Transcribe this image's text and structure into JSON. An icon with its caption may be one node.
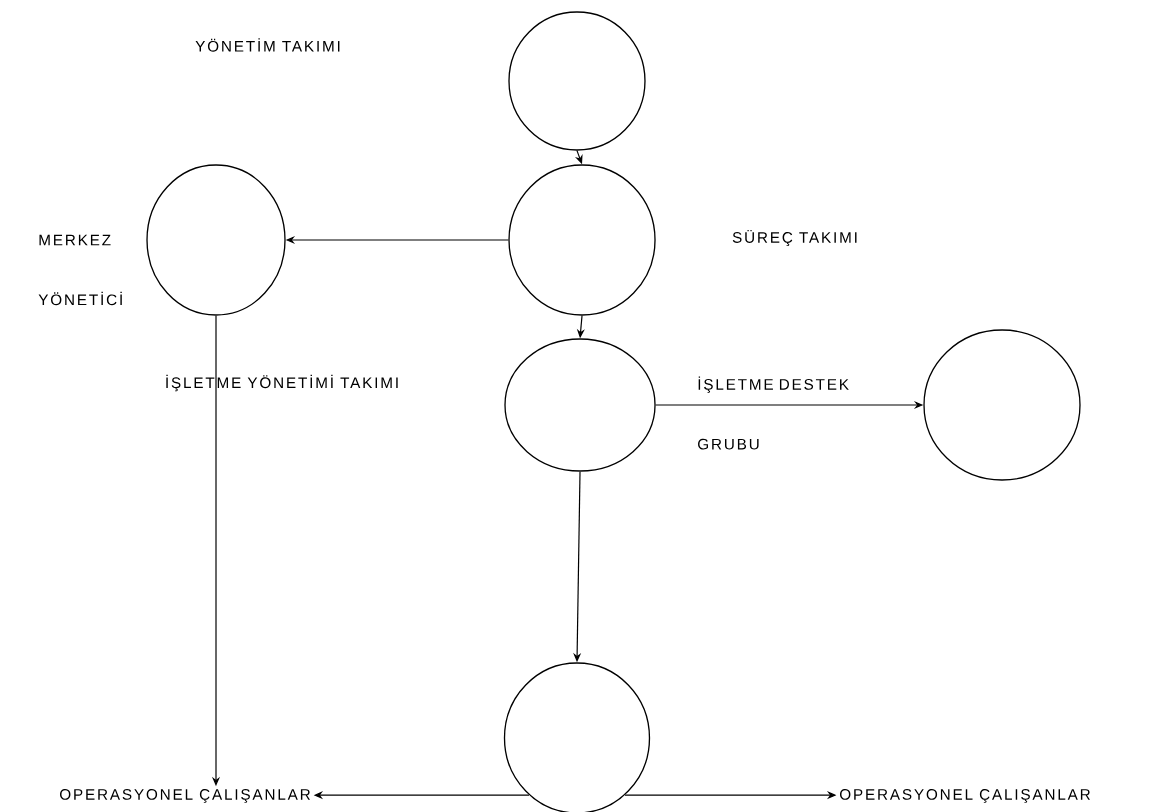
{
  "diagram": {
    "nodes": [
      {
        "text": [],
        "shape": "circle"
      },
      {
        "text": [],
        "shape": "circle"
      },
      {
        "text": [],
        "shape": "circle"
      },
      {
        "text": [],
        "shape": "circle"
      },
      {
        "text": [],
        "shape": "circle"
      },
      {
        "text": [],
        "shape": "circle"
      },
      {
        "text": [
          "OPERASYONEL ÇALIŞANLAR"
        ]
      },
      {
        "text": [
          "OPERASYONEL ÇALIŞANLAR"
        ]
      }
    ],
    "edges": [
      {
        "from": 0,
        "to": 1,
        "arrow": "to"
      },
      {
        "from": 1,
        "to": 2,
        "arrow": "to"
      },
      {
        "from": 2,
        "to": 6,
        "arrow": "to"
      },
      {
        "from": 1,
        "to": 3,
        "arrow": "to"
      },
      {
        "from": 3,
        "to": 4,
        "arrow": "to"
      },
      {
        "from": 3,
        "to": 5,
        "arrow": "to"
      },
      {
        "from": 5,
        "to": 6,
        "arrow": "to"
      },
      {
        "from": 5,
        "to": 7,
        "arrow": "to"
      }
    ],
    "labels": [
      "YÖNETİM TAKIMI",
      "MERKEZ YÖNETİCİ",
      "SÜREÇ TAKIMI",
      "İŞLETME YÖNETİMİ TAKIMI",
      "İŞLETME DESTEK GRUBU"
    ]
  }
}
